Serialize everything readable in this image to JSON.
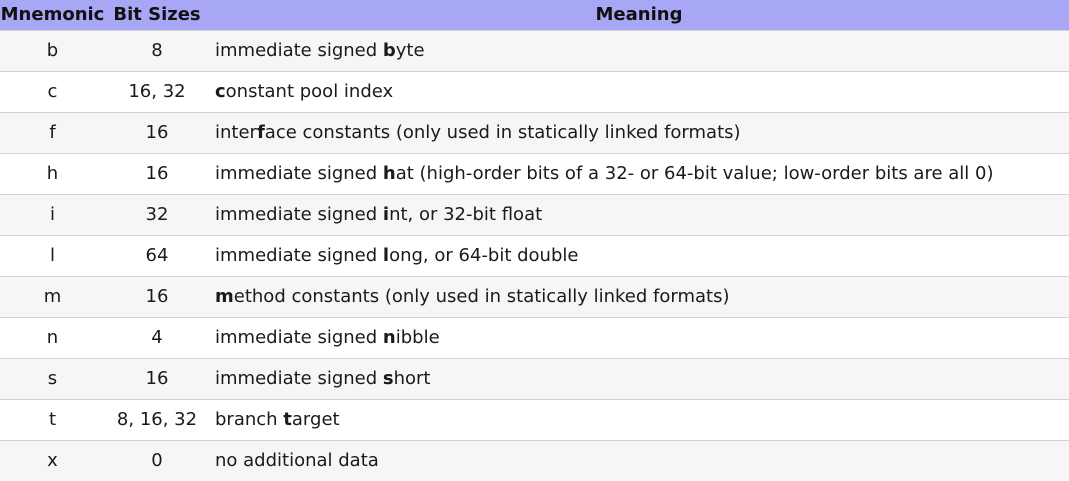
{
  "table": {
    "headers": {
      "mnemonic": "Mnemonic",
      "bit_sizes": "Bit Sizes",
      "meaning": "Meaning"
    },
    "rows": [
      {
        "mnemonic": "b",
        "bits": "8",
        "meaning": {
          "pre": "immediate signed ",
          "hl": "b",
          "post": "yte"
        }
      },
      {
        "mnemonic": "c",
        "bits": "16, 32",
        "meaning": {
          "pre": "",
          "hl": "c",
          "post": "onstant pool index"
        }
      },
      {
        "mnemonic": "f",
        "bits": "16",
        "meaning": {
          "pre": "inter",
          "hl": "f",
          "post": "ace constants (only used in statically linked formats)"
        }
      },
      {
        "mnemonic": "h",
        "bits": "16",
        "meaning": {
          "pre": "immediate signed ",
          "hl": "h",
          "post": "at (high-order bits of a 32- or 64-bit value; low-order bits are all 0)"
        }
      },
      {
        "mnemonic": "i",
        "bits": "32",
        "meaning": {
          "pre": "immediate signed ",
          "hl": "i",
          "post": "nt, or 32-bit float"
        }
      },
      {
        "mnemonic": "l",
        "bits": "64",
        "meaning": {
          "pre": "immediate signed ",
          "hl": "l",
          "post": "ong, or 64-bit double"
        }
      },
      {
        "mnemonic": "m",
        "bits": "16",
        "meaning": {
          "pre": "",
          "hl": "m",
          "post": "ethod constants (only used in statically linked formats)"
        }
      },
      {
        "mnemonic": "n",
        "bits": "4",
        "meaning": {
          "pre": "immediate signed ",
          "hl": "n",
          "post": "ibble"
        }
      },
      {
        "mnemonic": "s",
        "bits": "16",
        "meaning": {
          "pre": "immediate signed ",
          "hl": "s",
          "post": "hort"
        }
      },
      {
        "mnemonic": "t",
        "bits": "8, 16, 32",
        "meaning": {
          "pre": "branch ",
          "hl": "t",
          "post": "arget"
        }
      },
      {
        "mnemonic": "x",
        "bits": "0",
        "meaning": {
          "pre": "no additional data",
          "hl": "",
          "post": ""
        }
      }
    ]
  }
}
